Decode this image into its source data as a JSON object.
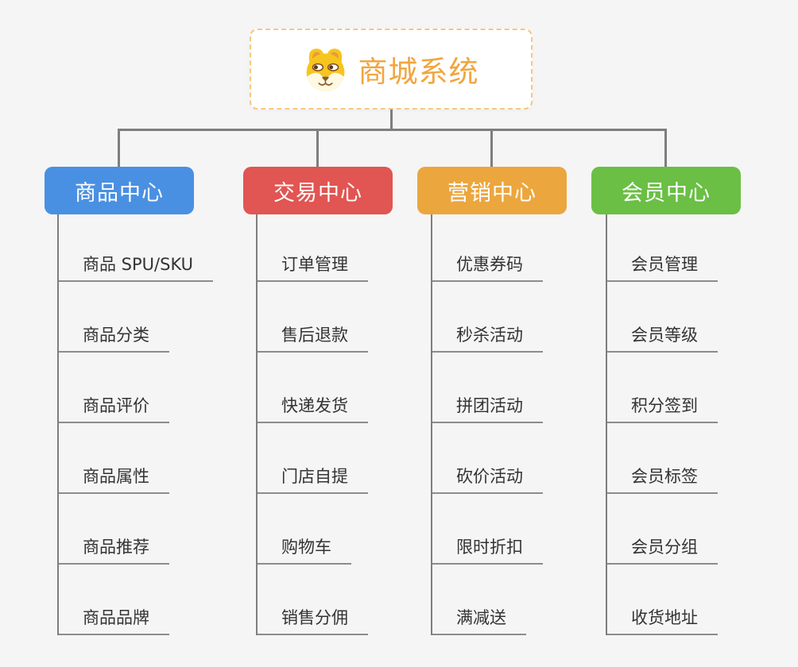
{
  "canvas": {
    "background": "#F5F5F5",
    "connector_color": "#7E7E7E",
    "underline_color": "#8C8C8C",
    "leaf_text_color": "#333333"
  },
  "root": {
    "title": "商城系统",
    "icon": "shiba-dog-icon",
    "accent_color": "#F1A53E",
    "border_color": "#F4C87E"
  },
  "branches": [
    {
      "label": "商品中心",
      "color": "#4A90E2",
      "items": [
        "商品 SPU/SKU",
        "商品分类",
        "商品评价",
        "商品属性",
        "商品推荐",
        "商品品牌"
      ]
    },
    {
      "label": "交易中心",
      "color": "#E15552",
      "items": [
        "订单管理",
        "售后退款",
        "快递发货",
        "门店自提",
        "购物车",
        "销售分佣"
      ]
    },
    {
      "label": "营销中心",
      "color": "#ECA63E",
      "items": [
        "优惠券码",
        "秒杀活动",
        "拼团活动",
        "砍价活动",
        "限时折扣",
        "满减送"
      ]
    },
    {
      "label": "会员中心",
      "color": "#6ABF44",
      "items": [
        "会员管理",
        "会员等级",
        "积分签到",
        "会员标签",
        "会员分组",
        "收货地址"
      ]
    }
  ]
}
